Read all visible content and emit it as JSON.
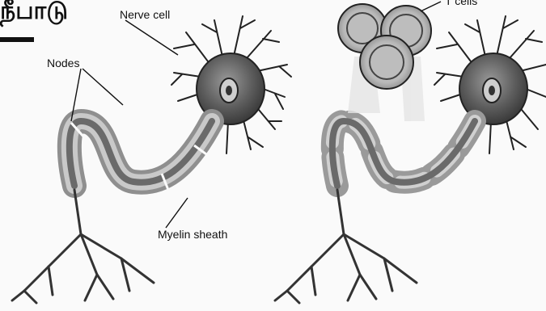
{
  "heading_fragment": "நீபாடு",
  "labels": {
    "nerve_cell": "Nerve cell",
    "nodes": "Nodes",
    "myelin_sheath": "Myelin sheath",
    "t_cells": "T cells"
  },
  "colors": {
    "background": "#fafafa",
    "ink": "#1a1a1a",
    "cell_fill": "#6a6a6a",
    "sheath_fill": "#a8a8a8",
    "sheath_light": "#d6d6d6"
  }
}
